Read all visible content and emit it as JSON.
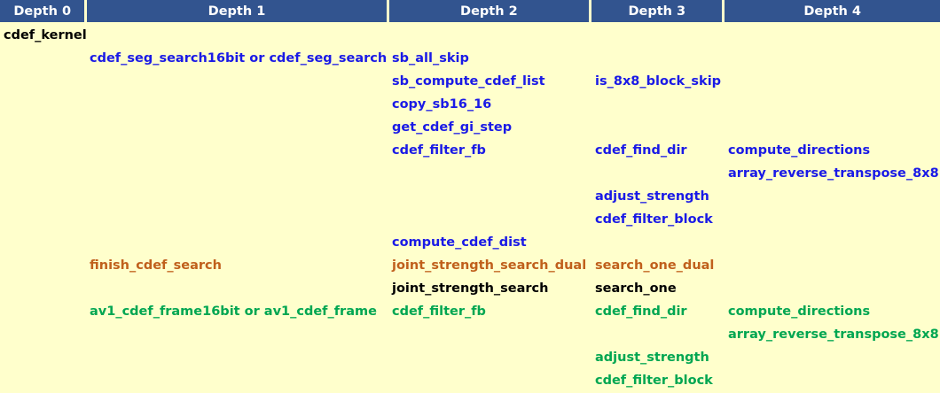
{
  "table": {
    "headers": [
      {
        "label": "Depth 0"
      },
      {
        "label": "Depth 1"
      },
      {
        "label": "Depth 2"
      },
      {
        "label": "Depth 3"
      },
      {
        "label": "Depth 4"
      }
    ],
    "colors": {
      "header_background": "#32548f",
      "header_text": "#ffffff",
      "body_background": "#ffffcc",
      "blue": "#1a1ae6",
      "black": "#000000",
      "brown": "#c0601c",
      "green": "#00a651"
    },
    "rows": [
      {
        "depth0": {
          "text": "cdef_kernel",
          "color": "black"
        },
        "depth1": {
          "text": "",
          "color": "blue"
        },
        "depth2": {
          "text": "",
          "color": "blue"
        },
        "depth3": {
          "text": "",
          "color": "blue"
        },
        "depth4": {
          "text": "",
          "color": "blue"
        }
      },
      {
        "depth0": {
          "text": "",
          "color": "black"
        },
        "depth1": {
          "text": "cdef_seg_search16bit or cdef_seg_search",
          "color": "blue"
        },
        "depth2": {
          "text": "sb_all_skip",
          "color": "blue"
        },
        "depth3": {
          "text": "",
          "color": "blue"
        },
        "depth4": {
          "text": "",
          "color": "blue"
        }
      },
      {
        "depth0": {
          "text": "",
          "color": "black"
        },
        "depth1": {
          "text": "",
          "color": "blue"
        },
        "depth2": {
          "text": "sb_compute_cdef_list",
          "color": "blue"
        },
        "depth3": {
          "text": "is_8x8_block_skip",
          "color": "blue"
        },
        "depth4": {
          "text": "",
          "color": "blue"
        }
      },
      {
        "depth0": {
          "text": "",
          "color": "black"
        },
        "depth1": {
          "text": "",
          "color": "blue"
        },
        "depth2": {
          "text": "copy_sb16_16",
          "color": "blue"
        },
        "depth3": {
          "text": "",
          "color": "blue"
        },
        "depth4": {
          "text": "",
          "color": "blue"
        }
      },
      {
        "depth0": {
          "text": "",
          "color": "black"
        },
        "depth1": {
          "text": "",
          "color": "blue"
        },
        "depth2": {
          "text": "get_cdef_gi_step",
          "color": "blue"
        },
        "depth3": {
          "text": "",
          "color": "blue"
        },
        "depth4": {
          "text": "",
          "color": "blue"
        }
      },
      {
        "depth0": {
          "text": "",
          "color": "black"
        },
        "depth1": {
          "text": "",
          "color": "blue"
        },
        "depth2": {
          "text": "cdef_filter_fb",
          "color": "blue"
        },
        "depth3": {
          "text": "cdef_find_dir",
          "color": "blue"
        },
        "depth4": {
          "text": "compute_directions",
          "color": "blue"
        }
      },
      {
        "depth0": {
          "text": "",
          "color": "black"
        },
        "depth1": {
          "text": "",
          "color": "blue"
        },
        "depth2": {
          "text": "",
          "color": "blue"
        },
        "depth3": {
          "text": "",
          "color": "blue"
        },
        "depth4": {
          "text": "array_reverse_transpose_8x8",
          "color": "blue"
        }
      },
      {
        "depth0": {
          "text": "",
          "color": "black"
        },
        "depth1": {
          "text": "",
          "color": "blue"
        },
        "depth2": {
          "text": "",
          "color": "blue"
        },
        "depth3": {
          "text": "adjust_strength",
          "color": "blue"
        },
        "depth4": {
          "text": "",
          "color": "blue"
        }
      },
      {
        "depth0": {
          "text": "",
          "color": "black"
        },
        "depth1": {
          "text": "",
          "color": "blue"
        },
        "depth2": {
          "text": "",
          "color": "blue"
        },
        "depth3": {
          "text": "cdef_filter_block",
          "color": "blue"
        },
        "depth4": {
          "text": "",
          "color": "blue"
        }
      },
      {
        "depth0": {
          "text": "",
          "color": "black"
        },
        "depth1": {
          "text": "",
          "color": "blue"
        },
        "depth2": {
          "text": "compute_cdef_dist",
          "color": "blue"
        },
        "depth3": {
          "text": "",
          "color": "blue"
        },
        "depth4": {
          "text": "",
          "color": "blue"
        }
      },
      {
        "depth0": {
          "text": "",
          "color": "black"
        },
        "depth1": {
          "text": "finish_cdef_search",
          "color": "brown"
        },
        "depth2": {
          "text": "joint_strength_search_dual",
          "color": "brown"
        },
        "depth3": {
          "text": "search_one_dual",
          "color": "brown"
        },
        "depth4": {
          "text": "",
          "color": "brown"
        }
      },
      {
        "depth0": {
          "text": "",
          "color": "black"
        },
        "depth1": {
          "text": "",
          "color": "black"
        },
        "depth2": {
          "text": "joint_strength_search",
          "color": "black"
        },
        "depth3": {
          "text": "search_one",
          "color": "black"
        },
        "depth4": {
          "text": "",
          "color": "black"
        }
      },
      {
        "depth0": {
          "text": "",
          "color": "black"
        },
        "depth1": {
          "text": "av1_cdef_frame16bit or av1_cdef_frame",
          "color": "green"
        },
        "depth2": {
          "text": "cdef_filter_fb",
          "color": "green"
        },
        "depth3": {
          "text": "cdef_find_dir",
          "color": "green"
        },
        "depth4": {
          "text": "compute_directions",
          "color": "green"
        }
      },
      {
        "depth0": {
          "text": "",
          "color": "black"
        },
        "depth1": {
          "text": "",
          "color": "green"
        },
        "depth2": {
          "text": "",
          "color": "green"
        },
        "depth3": {
          "text": "",
          "color": "green"
        },
        "depth4": {
          "text": "array_reverse_transpose_8x8",
          "color": "green"
        }
      },
      {
        "depth0": {
          "text": "",
          "color": "black"
        },
        "depth1": {
          "text": "",
          "color": "green"
        },
        "depth2": {
          "text": "",
          "color": "green"
        },
        "depth3": {
          "text": "adjust_strength",
          "color": "green"
        },
        "depth4": {
          "text": "",
          "color": "green"
        }
      },
      {
        "depth0": {
          "text": "",
          "color": "black"
        },
        "depth1": {
          "text": "",
          "color": "green"
        },
        "depth2": {
          "text": "",
          "color": "green"
        },
        "depth3": {
          "text": "cdef_filter_block",
          "color": "green"
        },
        "depth4": {
          "text": "",
          "color": "green"
        }
      }
    ]
  }
}
